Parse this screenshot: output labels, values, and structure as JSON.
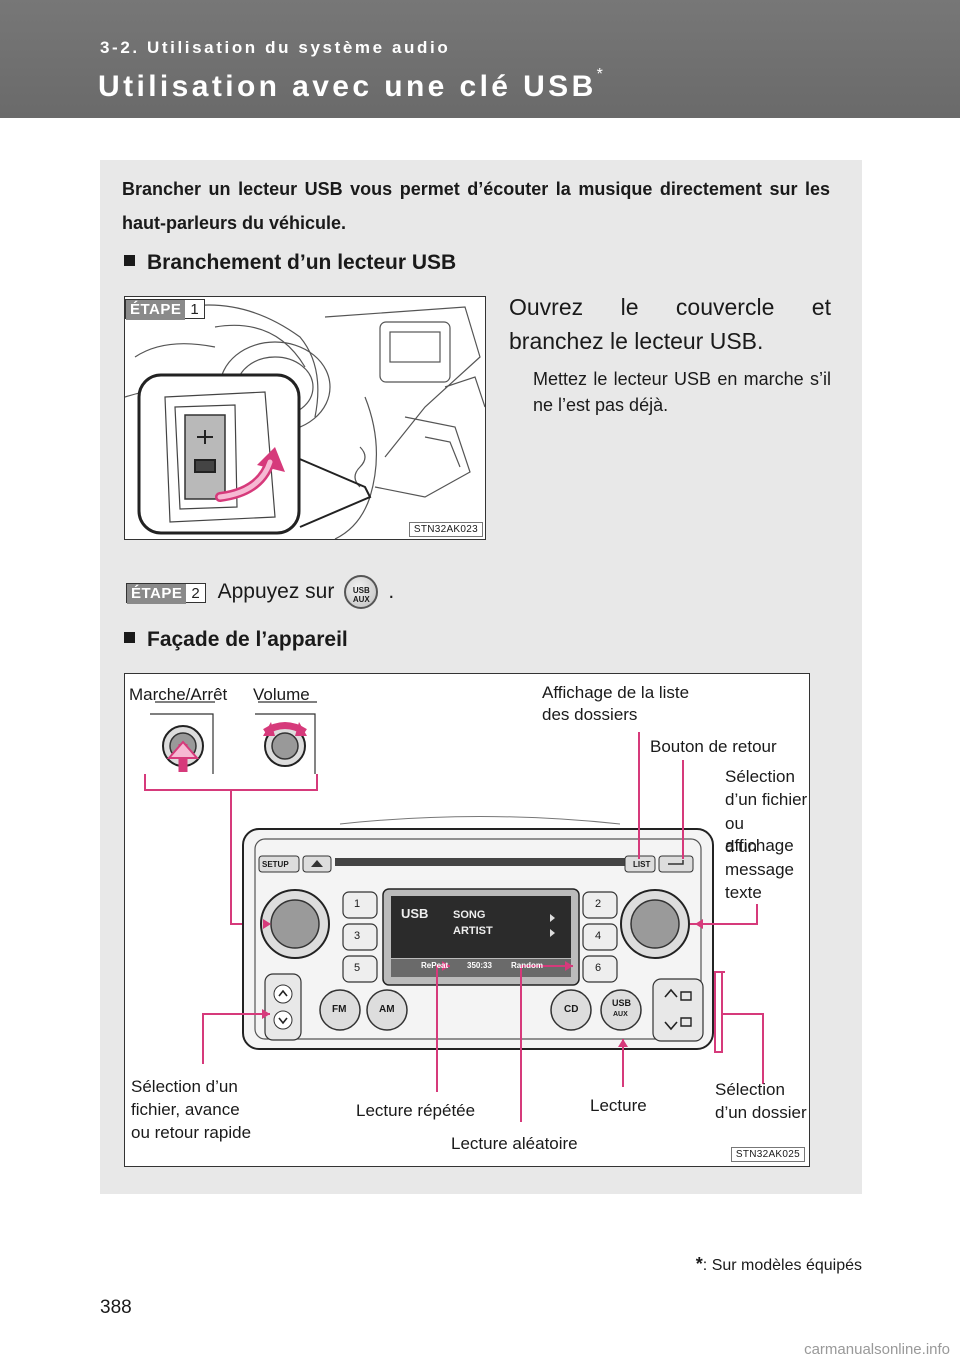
{
  "header": {
    "section": "3-2. Utilisation du système audio",
    "title": "Utilisation avec une clé USB",
    "title_mark": "*"
  },
  "intro": "Brancher un lecteur USB vous permet d’écouter la musique directement sur les haut-parleurs du véhicule.",
  "section1": {
    "heading": "Branchement d’un lecteur USB",
    "step1": {
      "badge": "ÉTAPE",
      "number": "1",
      "text": "Ouvrez le couvercle et branchez le lecteur USB.",
      "note": "Mettez le lecteur USB en marche s’il ne l’est pas déjà.",
      "figure_code": "STN32AK023"
    },
    "step2": {
      "badge": "ÉTAPE",
      "number": "2",
      "text": "Appuyez sur",
      "end": ".",
      "button_line1": "USB",
      "button_line2": "AUX"
    }
  },
  "section2": {
    "heading": "Façade de l’appareil",
    "figure_code": "STN32AK025",
    "labels": {
      "power": "Marche/Arrêt",
      "volume": "Volume",
      "folder_list_1": "Affichage de la liste",
      "folder_list_2": "des dossiers",
      "back": "Bouton de retour",
      "file_select_1": "Sélection",
      "file_select_2": "d’un fichier",
      "file_select_3": "ou affichage",
      "file_select_4": "d’un",
      "file_select_5": "message",
      "file_select_6": "texte",
      "seek_1": "Sélection d’un",
      "seek_2": "fichier, avance",
      "seek_3": "ou retour rapide",
      "repeat": "Lecture répétée",
      "random": "Lecture aléatoire",
      "play": "Lecture",
      "folder_1": "Sélection",
      "folder_2": "d’un dossier"
    },
    "unit": {
      "setup": "SETUP",
      "list": "LIST",
      "fm": "FM",
      "am": "AM",
      "cd": "CD",
      "usb": "USB",
      "aux": "AUX",
      "preset_1": "1",
      "preset_2": "2",
      "preset_3": "3",
      "preset_4": "4",
      "preset_5": "5",
      "preset_6": "6",
      "display_src": "USB",
      "display_song": "SONG",
      "display_artist": "ARTIST",
      "display_repeat": "RePeat",
      "display_time": "350:33",
      "display_random": "Random"
    }
  },
  "footnote": {
    "mark": "*",
    "text": ": Sur modèles équipés"
  },
  "page_number": "388",
  "watermark": "carmanualsonline.info"
}
